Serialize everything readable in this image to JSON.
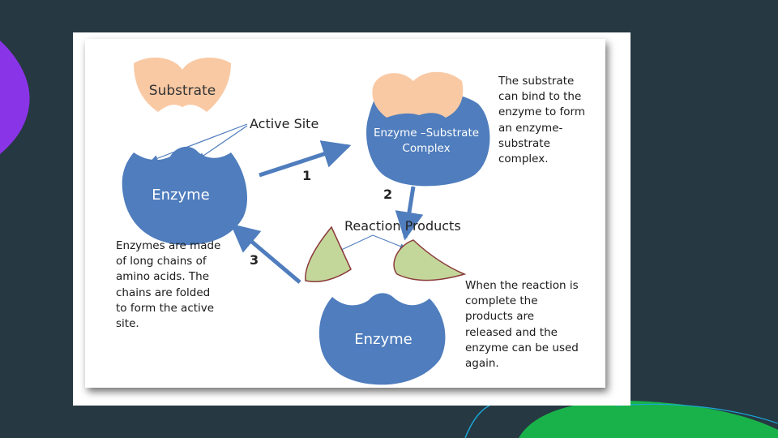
{
  "slide": {
    "colors": {
      "background": "#263842",
      "accent_purple": "#8a34e8",
      "accent_green": "#19b24a",
      "accent_cyan": "#1aa6d8"
    }
  },
  "diagram": {
    "colors": {
      "enzyme": "#4f7dbd",
      "substrate": "#f9c9a4",
      "product": "#c4d79b",
      "product_outline": "#8b3a3a",
      "arrow": "#4f7dbd"
    },
    "labels": {
      "substrate": "Substrate",
      "active_site": "Active Site",
      "enzyme_left": "Enzyme",
      "complex_line1": "Enzyme –Substrate",
      "complex_line2": "Complex",
      "reaction_products": "Reaction Products",
      "enzyme_bottom": "Enzyme",
      "step1": "1",
      "step2": "2",
      "step3": "3"
    },
    "notes": {
      "binding": [
        "The substrate",
        "can bind to the",
        "enzyme to form",
        "an enzyme-",
        "substrate",
        "complex."
      ],
      "amino": [
        "Enzymes are made",
        "of long chains of",
        "amino acids.  The",
        "chains are folded",
        "to form the active",
        "site."
      ],
      "release": [
        "When the reaction is",
        "complete the",
        "products are",
        "released and the",
        "enzyme can be used",
        "again."
      ]
    }
  }
}
